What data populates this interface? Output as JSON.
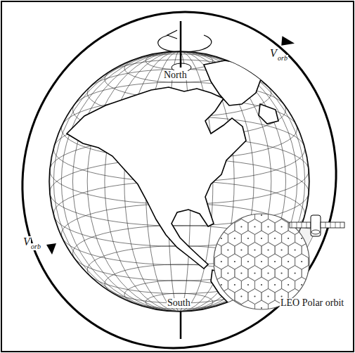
{
  "diagram": {
    "labels": [
      "North",
      "V",
      "orb",
      "V",
      "orb",
      "South",
      "LEO Polar orbit"
    ]
  }
}
